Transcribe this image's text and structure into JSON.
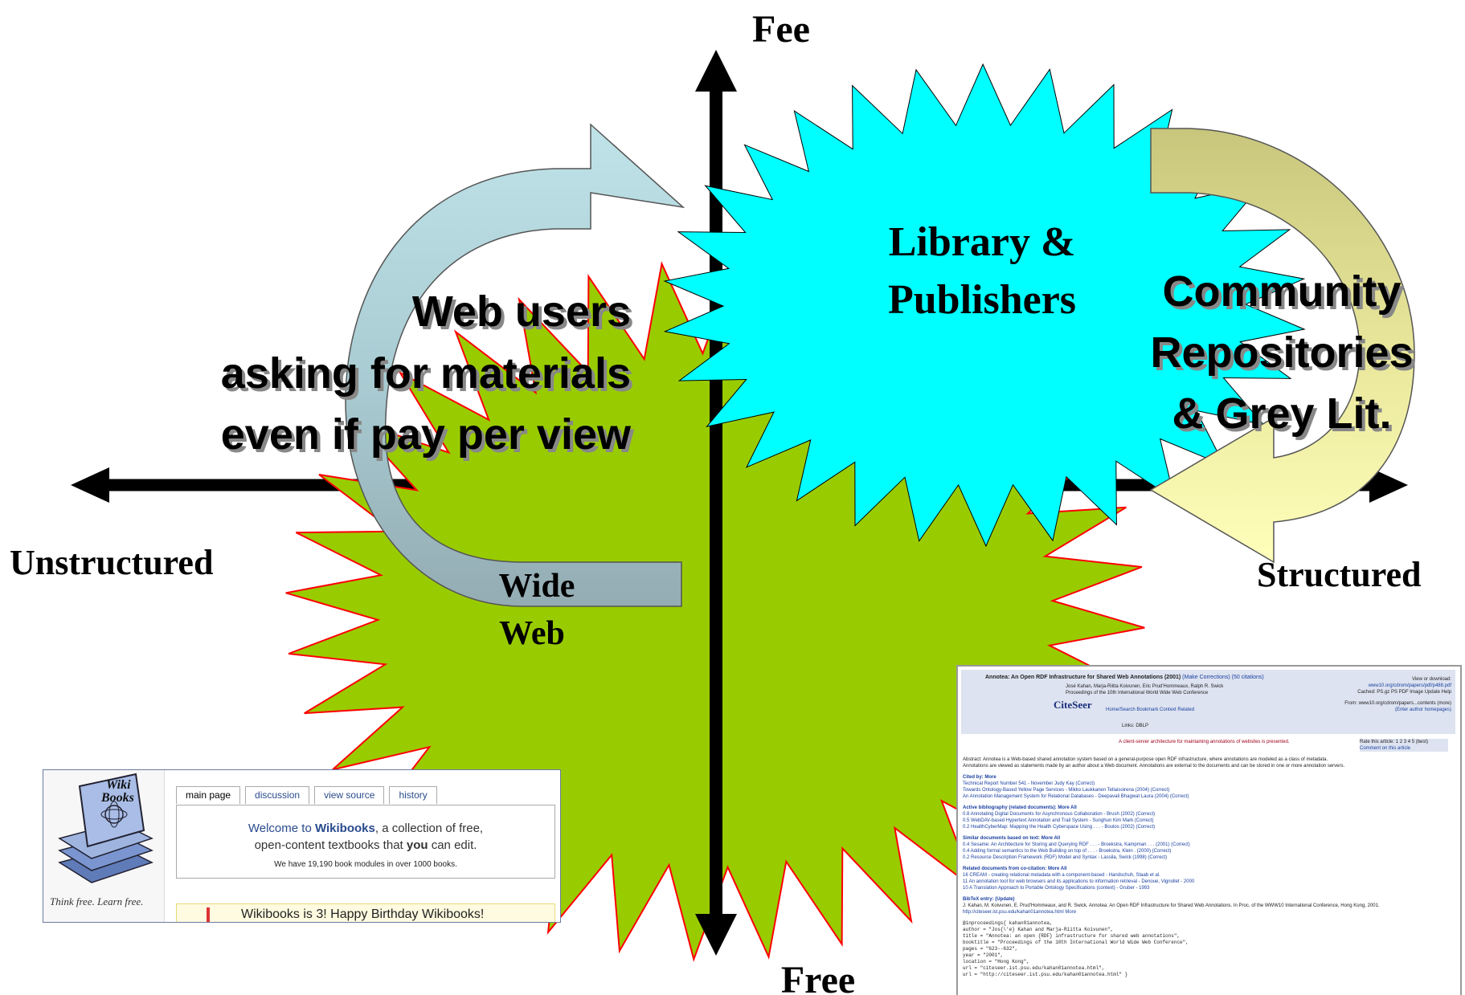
{
  "axes": {
    "top": "Fee",
    "bottom": "Free",
    "left": "Unstructured",
    "right": "Structured"
  },
  "bursts": {
    "library": [
      "Library &",
      "Publishers"
    ],
    "web": [
      "Wide",
      "Web"
    ]
  },
  "labels": {
    "web_users": [
      "Web users",
      "asking for materials",
      "even if pay per view"
    ],
    "community": [
      "Community",
      "Repositories",
      "& Grey Lit."
    ]
  },
  "colors": {
    "green_burst": "#99cc00",
    "cyan_burst": "#00ffff",
    "arrow_left": "#b7dfe4",
    "arrow_left_dark": "#96b0b8",
    "arrow_right": "#c9c77e",
    "arrow_right_light": "#fdfdb5"
  },
  "wikibooks": {
    "logo_text": [
      "Wiki",
      "Books"
    ],
    "slogan": "Think free. Learn free.",
    "tabs": [
      "main page",
      "discussion",
      "view source",
      "history"
    ],
    "welcome_pre": "Welcome to ",
    "welcome_brand": "Wikibooks",
    "welcome_post": ", a collection of free,",
    "welcome_line2_pre": "open-content textbooks that ",
    "welcome_line2_you": "you",
    "welcome_line2_post": " can edit.",
    "count_text": "We have 19,190 book modules in over 1000 books.",
    "birthday": "Wikibooks is 3! Happy Birthday Wikibooks!"
  },
  "citeseer": {
    "title": "Annotea: An Open RDF Infrastructure for Shared Web Annotations (2001)",
    "title_links": "(Make Corrections)  (50 citations)",
    "authors": "José Kahan, Marja-Riitta Koivunen, Eric Prud'Hommeaux, Ralph R. Swick",
    "proceedings": "Proceedings of the 10th International World Wide Web Conference",
    "logo": "CiteSeer",
    "nav": "Home/Search  Bookmark  Context  Related",
    "links": "Links:  DBLP",
    "view_download": "View or download:",
    "view_url": "www10.org/cdrom/papers/pdf/p488.pdf",
    "cached": "Cached:  PS.gz  PS  PDF  Image  Update  Help",
    "from": "From:  www10.org/cdrom/papers...contents (more)",
    "enter_home": "(Enter author homepages)",
    "description": "A client-server architecture for maintaining annotations of websites is presented.",
    "rate": "Rate this article:  1  2  3  4  5  (best)",
    "comment": "Comment on this article",
    "abstract": "Abstract: Annotea is a Web-based shared annotation system based on a general-purpose open RDF infrastructure, where annotations are modeled as a class of metadata.",
    "abstract2": "Annotations are viewed as statements made by an author about a Web document. Annotations are external to the documents and can be stored in one or more annotation servers.",
    "cited_by": "Cited by:  More",
    "cited_items": [
      "Technical Report Number 541 - November Judy Kay   (Correct)",
      "Towards Ontology-Based Yellow Page Services - Mikko Laukkanen Tellaisoirena (2004)   (Correct)",
      "An Annotation Management System for Relational Databases - Deepavali Bhagwat Laura (2004)   (Correct)"
    ],
    "active_bib": "Active bibliography (related documents):  More  All",
    "active_items": [
      "0.8  Annotating Digital Documents for Asynchronous Collaboration - Brush (2002)   (Correct)",
      "0.5  WebDAV-based Hypertext Annotation and Trail System - Sunghun Kim Mark   (Correct)",
      "0.2  HealthCyberMap: Mapping the Health Cyberspace Using . . . - Boulos (2002)   (Correct)"
    ],
    "similar": "Similar documents based on text:  More  All",
    "similar_items": [
      "0.4  Sesame: An Architecture for Storing and Querying RDF . . . - Broekstra, Kampman . . . (2001)   (Correct)",
      "0.4  Adding formal semantics to the Web Building on top of . . . - Broekstra, Klein . (2000)   (Correct)",
      "0.2  Resource Description Framework (RDF) Model and Syntax - Lassila, Swick (1998)   (Correct)"
    ],
    "cocitation": "Related documents from co-citation:  More  All",
    "coc_items": [
      "16  CREAM - creating relational metadata with a component-based - Handschuh, Staab et al.",
      "11  An annotation tool for web browsers and its applications to information retrieval - Denoue, Vignollet - 2000",
      "10  A Translation Approach to Portable Ontology Specifications (context) - Gruber - 1993"
    ],
    "bibtex_head": "BibTeX entry:  (Update)",
    "citation": "J. Kahan, M. Koivunen, E. Prud'Hommeaux, and R. Swick. Annotea: An Open RDF Infrastructure for Shared Web Annotations. In Proc. of the WWW10 International Conference, Hong Kong, 2001.",
    "citation_url": "http://citeseer.ist.psu.edu/kahan01annotea.html   More",
    "bibtex": [
      "@inproceedings{ kahan01annotea,",
      "    author = \"Jos{\\'e} Kahan and Marja-Riitta Koivunen\",",
      "    title = \"Annotea: an open {RDF} infrastructure for shared web annotations\",",
      "    booktitle = \"Proceedings of the 10th International World Wide Web Conference\",",
      "    pages = \"623--632\",",
      "    year = \"2001\",",
      "    location = \"Hong Kong\",",
      "    url = \"citeseer.ist.psu.edu/kahan01annotea.html\",",
      "    url = \"http://citeseer.ist.psu.edu/kahan01annotea.html\" }"
    ]
  }
}
